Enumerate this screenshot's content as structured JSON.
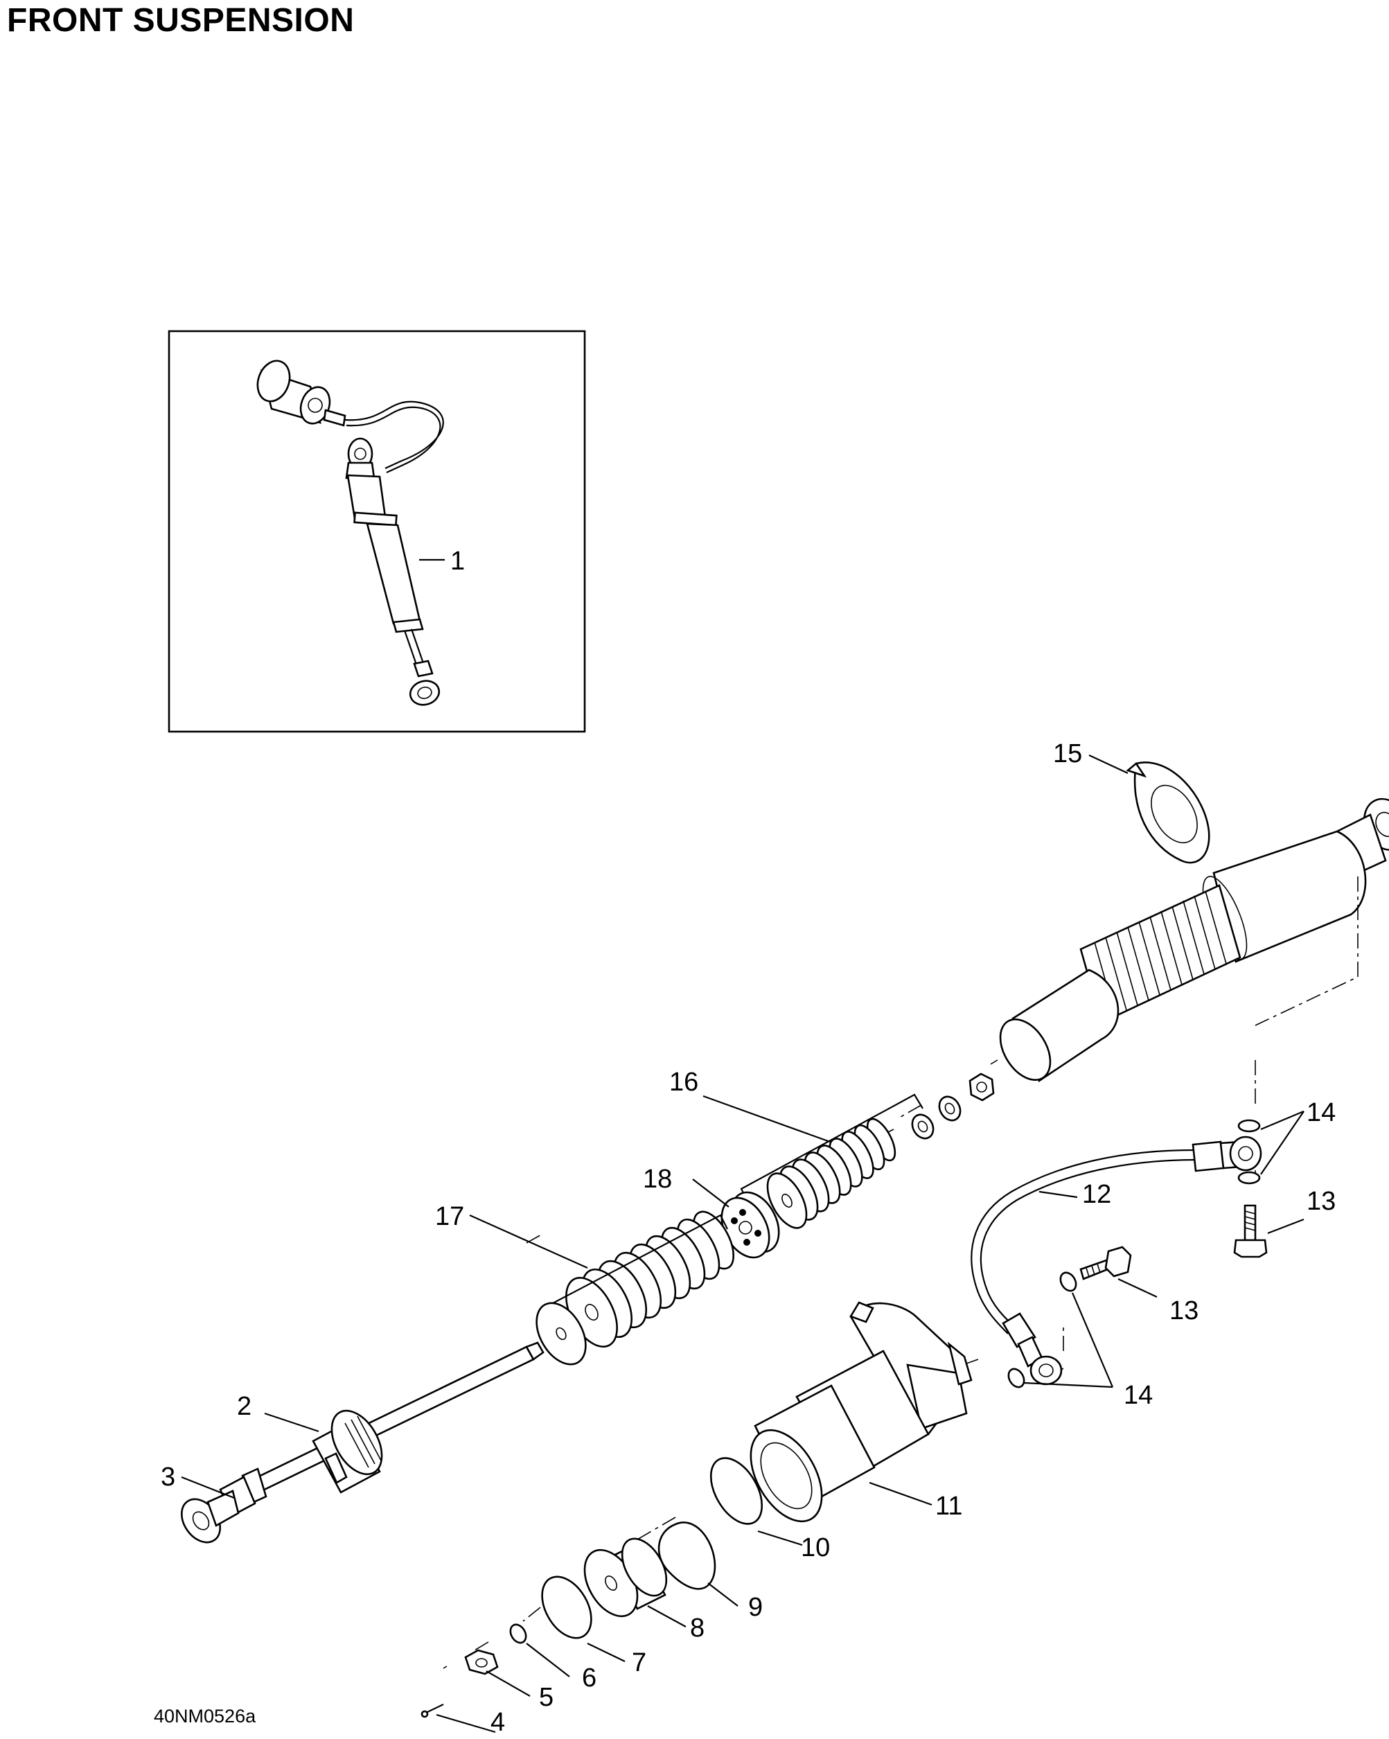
{
  "header": {
    "title": "FRONT SUSPENSION"
  },
  "footer": {
    "figure_code": "40NM0526a"
  },
  "callouts": {
    "c1": "1",
    "c2": "2",
    "c3": "3",
    "c4": "4",
    "c5": "5",
    "c6": "6",
    "c7": "7",
    "c8": "8",
    "c9": "9",
    "c10": "10",
    "c11": "11",
    "c12": "12",
    "c13a": "13",
    "c13b": "13",
    "c14a": "14",
    "c14b": "14",
    "c15": "15",
    "c16": "16",
    "c17": "17",
    "c18": "18"
  }
}
